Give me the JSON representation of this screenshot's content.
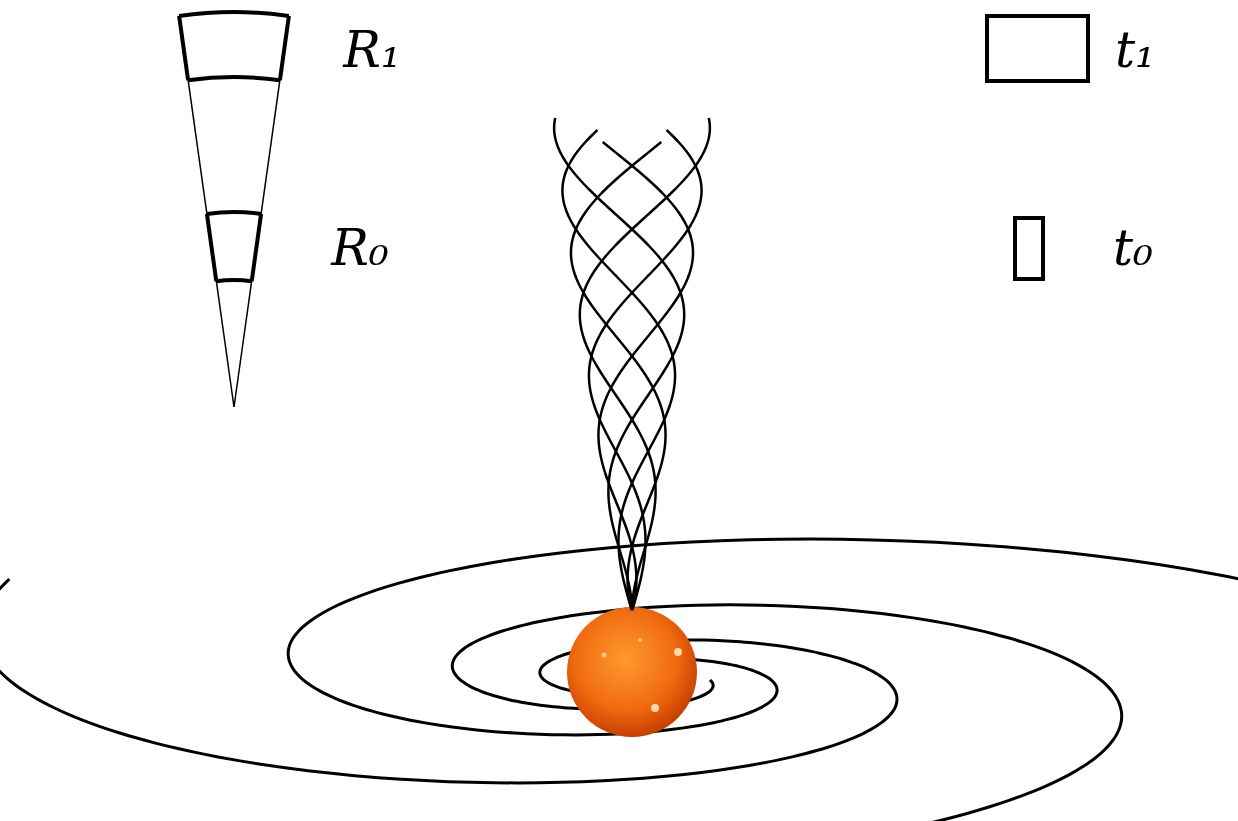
{
  "diagram": {
    "labels": [
      "R₁",
      "R₀",
      "t₁",
      "t₀"
    ]
  }
}
